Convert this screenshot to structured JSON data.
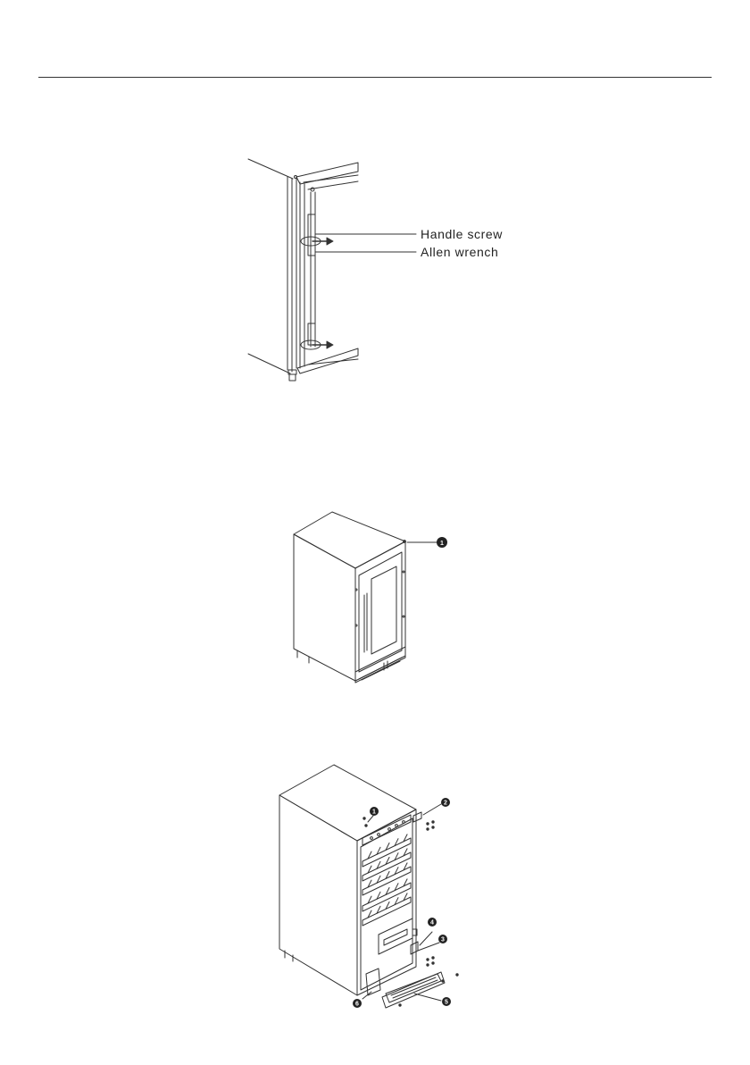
{
  "figure1": {
    "labels": {
      "handle_screw": "Handle screw",
      "allen_wrench": "Allen wrench"
    }
  },
  "figure2": {
    "callouts": [
      "1"
    ]
  },
  "figure3": {
    "callouts": [
      "1",
      "2",
      "3",
      "4",
      "5",
      "6"
    ]
  }
}
